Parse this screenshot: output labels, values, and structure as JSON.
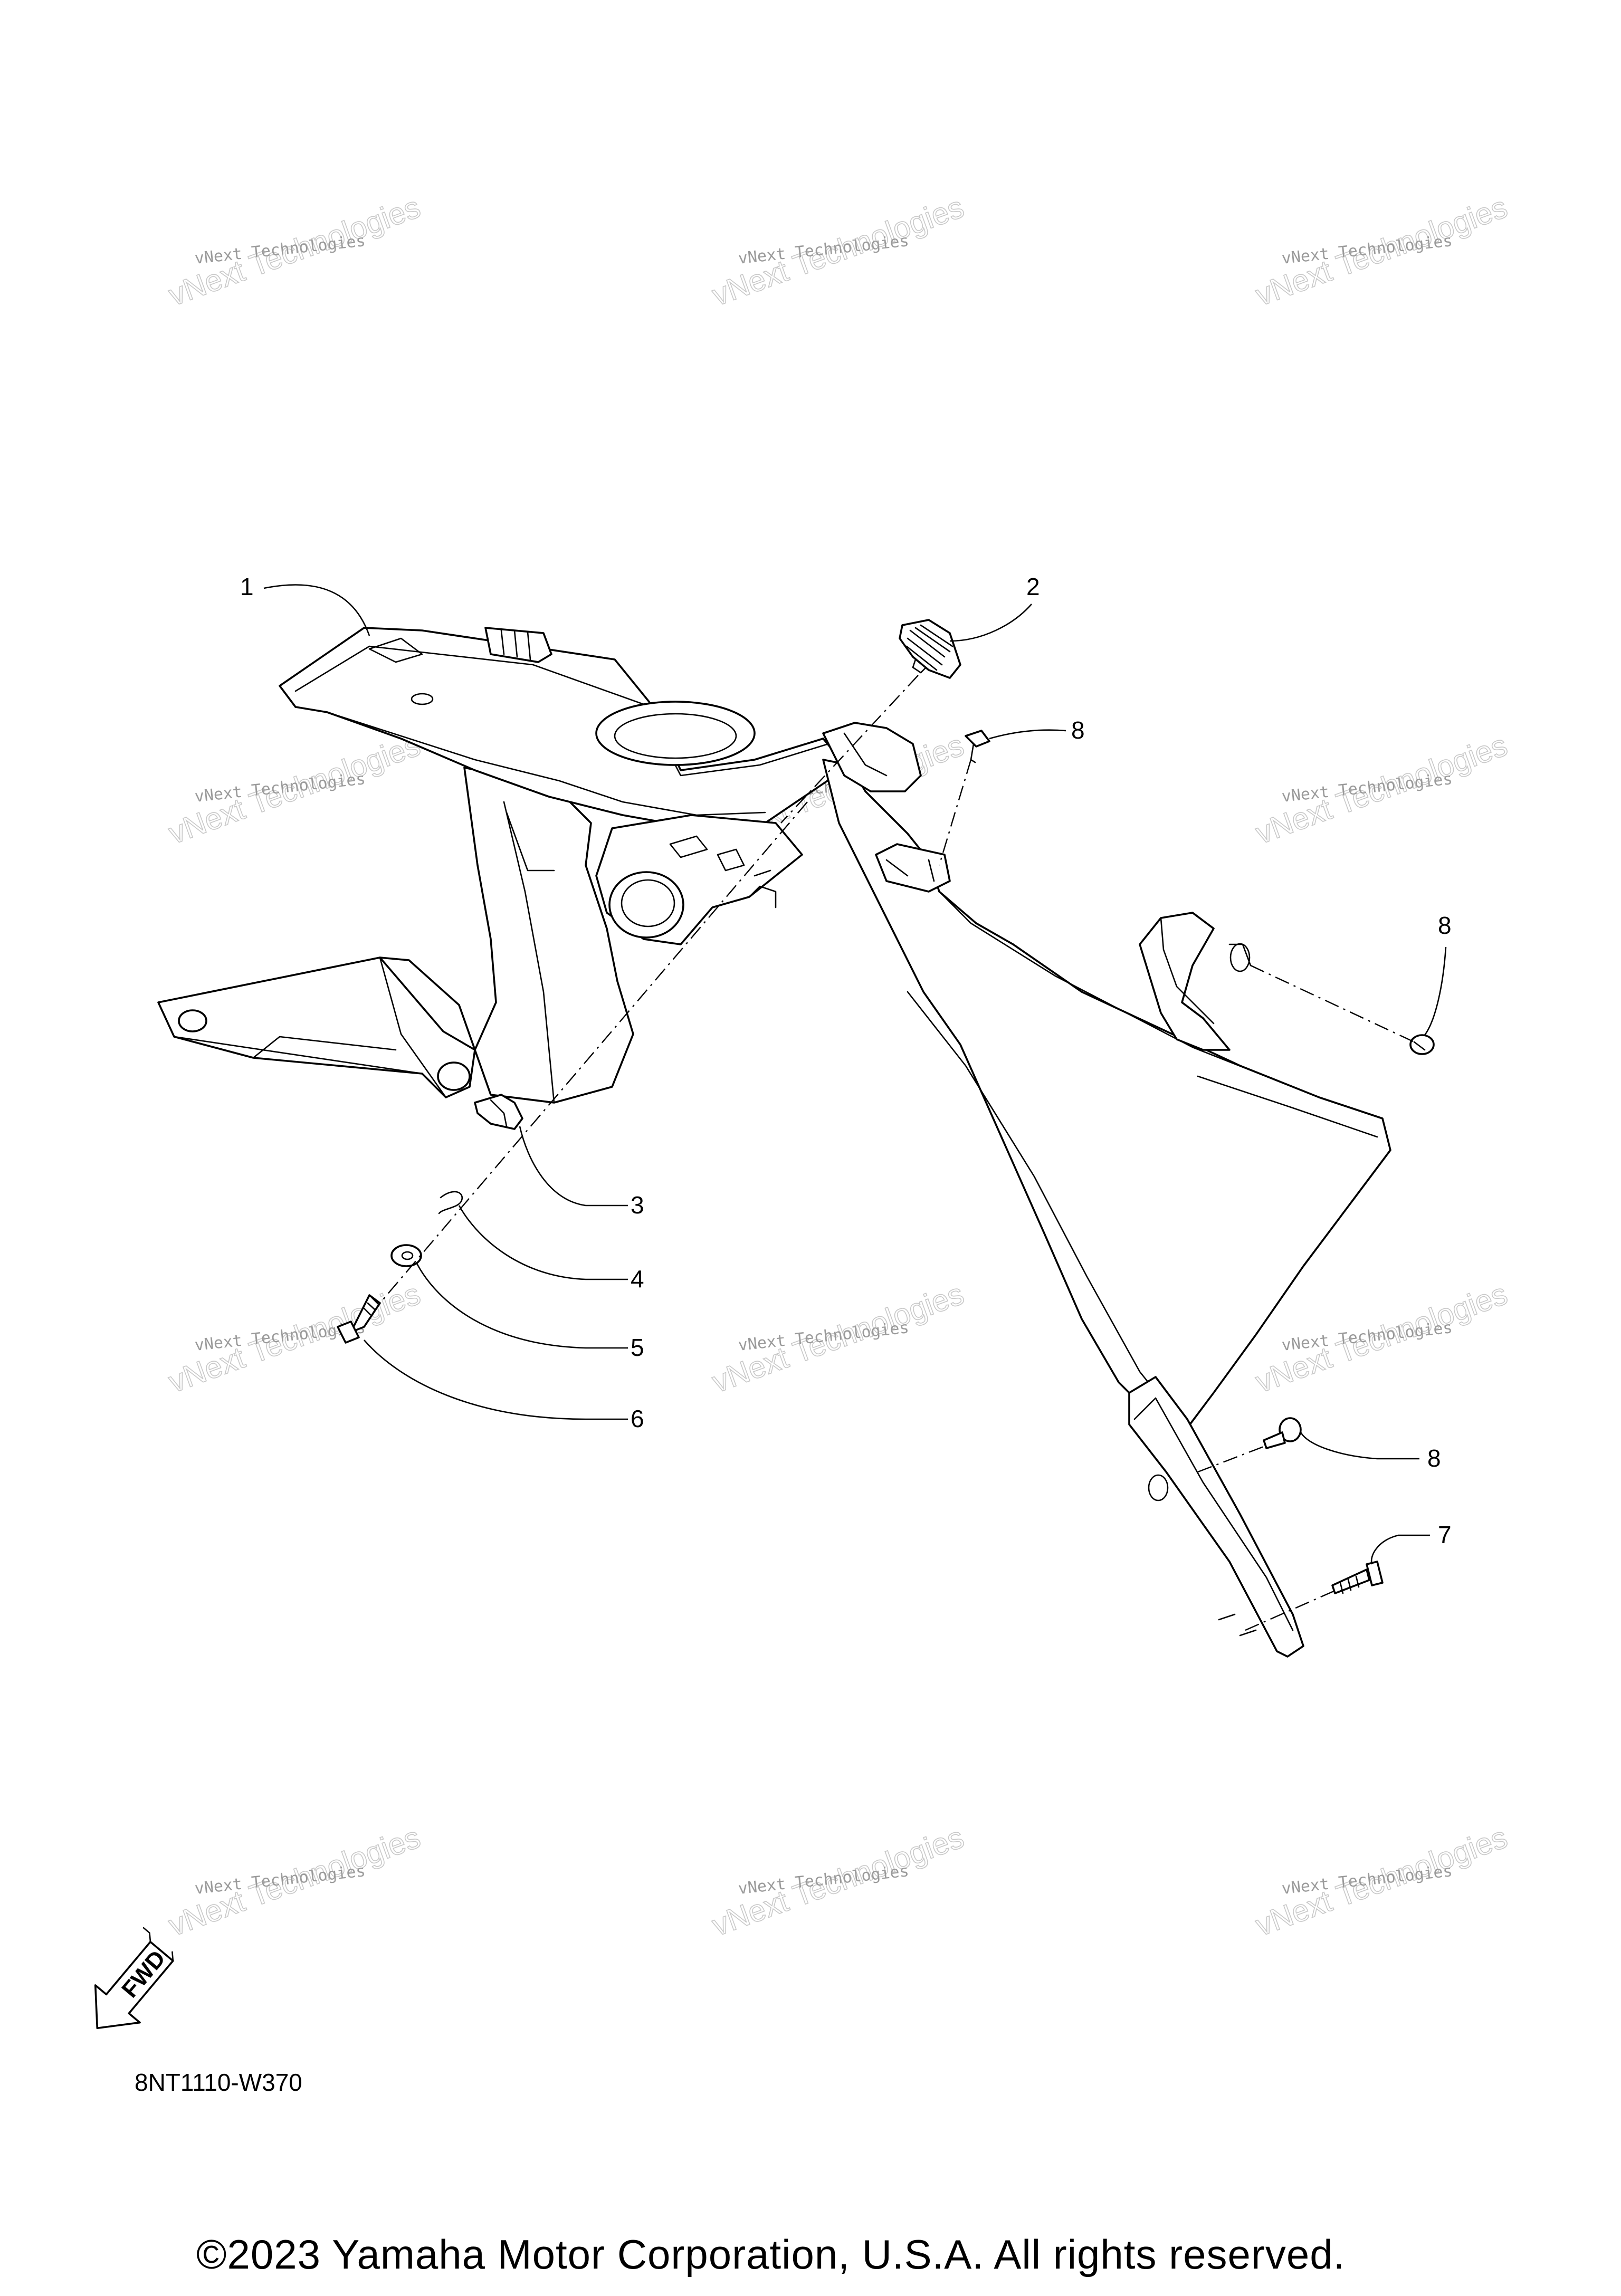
{
  "diagram": {
    "code": "8NT1110-W370",
    "copyright": "©2023 Yamaha Motor Corporation, U.S.A. All rights reserved.",
    "fwd_label": "FWD",
    "watermark": {
      "line1": "vNext Technologies",
      "line2": "vNext Technologies"
    },
    "callouts": {
      "c1": "1",
      "c2": "2",
      "c3": "3",
      "c4": "4",
      "c5": "5",
      "c6": "6",
      "c7": "7",
      "c8a": "8",
      "c8b": "8",
      "c8c": "8"
    }
  }
}
